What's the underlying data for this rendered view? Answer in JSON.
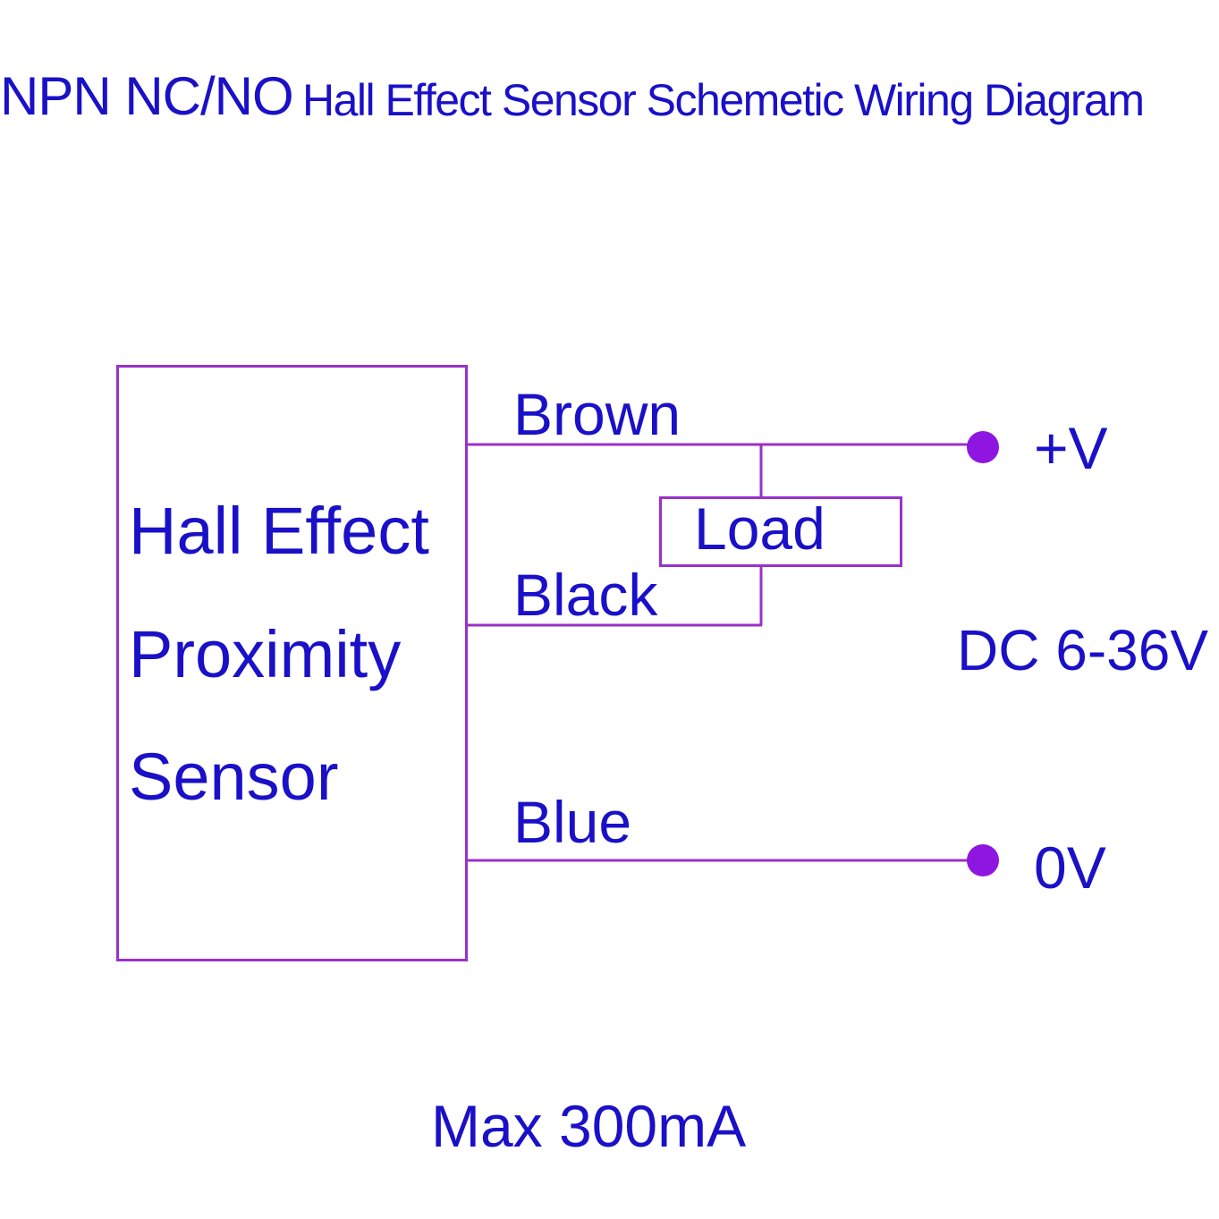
{
  "title": {
    "main": "NPN NC/NO",
    "sub": "Hall Effect Sensor Schemetic Wiring Diagram"
  },
  "sensor": {
    "lines": [
      "Hall Effect",
      "Proximity",
      "Sensor"
    ]
  },
  "wires": {
    "brown": "Brown",
    "black": "Black",
    "blue": "Blue"
  },
  "load": "Load",
  "terminals": {
    "positive": "+V",
    "zero": "0V"
  },
  "supply": "DC 6-36V",
  "max_current": "Max 300mA",
  "colors": {
    "text": "#1a10c8",
    "lines": "#9b30c8",
    "terminal_dot": "#8e16e0"
  }
}
